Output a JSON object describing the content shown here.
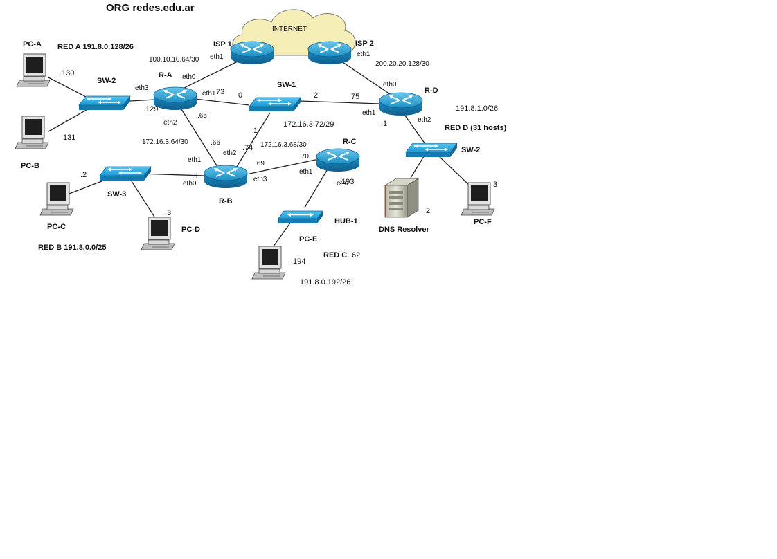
{
  "title": "ORG redes.edu.ar",
  "cloud_label": "INTERNET",
  "devices": {
    "isp1": "ISP 1",
    "isp2": "ISP 2",
    "ra": "R-A",
    "rb": "R-B",
    "rc": "R-C",
    "rd": "R-D",
    "sw1": "SW-1",
    "sw2_left": "SW-2",
    "sw2_right": "SW-2",
    "sw3": "SW-3",
    "hub1": "HUB-1",
    "pca": "PC-A",
    "pcb": "PC-B",
    "pcc": "PC-C",
    "pcd": "PC-D",
    "pce": "PC-E",
    "pcf": "PC-F",
    "dns": "DNS Resolver"
  },
  "networks": {
    "red_a": "RED A  191.8.0.128/26",
    "red_b": "RED B  191.8.0.0/25",
    "red_c": "RED C",
    "red_c_extra": "62",
    "red_c_net": "191.8.0.192/26",
    "red_d_net": "191.8.1.0/26",
    "red_d": "RED D (31 hosts)",
    "isp1_net": "100.10.10.64/30",
    "isp2_net": "200.20.20.128/30",
    "sw1_net": "172.16.3.72/29",
    "ra_rb_net": "172.16.3.64/30",
    "rb_rc_net": "172.16.3.68/30"
  },
  "interfaces": {
    "isp1_eth1": "eth1",
    "isp2_eth1": "eth1",
    "ra_eth0": "eth0",
    "ra_eth1": "eth1",
    "ra_eth2": "eth2",
    "ra_eth3": "eth3",
    "rb_eth0": "eth0",
    "rb_eth1": "eth1",
    "rb_eth2": "eth2",
    "rb_eth3": "eth3",
    "rc_eth1": "eth1",
    "rc_eth2": "eth2",
    "rd_eth0": "eth0",
    "rd_eth1": "eth1",
    "rd_eth2": "eth2"
  },
  "addresses": {
    "pca": ".130",
    "pcb": ".131",
    "ra_eth3": ".129",
    "ra_eth1": ".73",
    "sw1_left": "0",
    "sw1_right": "2",
    "sw1_down": "1",
    "rd_eth1": ".75",
    "rd_lan": ".1",
    "ra_eth2": ".65",
    "rb_eth1": ".66",
    "rb_eth2": ".74",
    "rb_eth0": ".1",
    "rb_eth3": ".69",
    "rc_eth1": ".70",
    "rc_eth2": ".193",
    "pcc": ".2",
    "pcd": ".3",
    "pce": ".194",
    "dns": ".2",
    "pcf": ".3"
  },
  "colors": {
    "router": "#1a93c8",
    "switch": "#1aa3dc",
    "cloud": "#f5eeb6",
    "link": "#222222",
    "computer": "#cfcfcf"
  }
}
